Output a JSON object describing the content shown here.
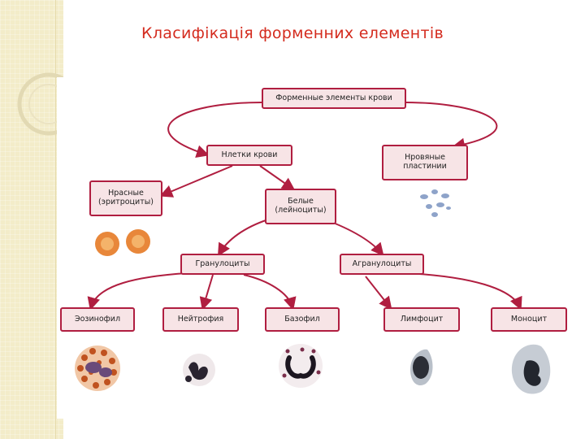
{
  "slide": {
    "title": "Класифікація форменних елементів"
  },
  "diagram": {
    "root": "Форменные элементы крови",
    "cells": "Нлетки крови",
    "platelets": "Нровяные\nпластинии",
    "red": "Нрасные\n(эритроциты)",
    "white": "Белые\n(лейноциты)",
    "granulocytes": "Гранулоциты",
    "agranulocytes": "Агранулоциты",
    "eosinophil": "Эозинофил",
    "neutrophil": "Нейтрофия",
    "basophil": "Базофил",
    "lymphocyte": "Лимфоцит",
    "monocyte": "Моноцит"
  },
  "colors": {
    "title": "#d42b1e",
    "box_border": "#b01e40",
    "box_fill": "#f7e4e6",
    "arrow": "#b01e40",
    "side_strip": "#f3ecc9"
  }
}
